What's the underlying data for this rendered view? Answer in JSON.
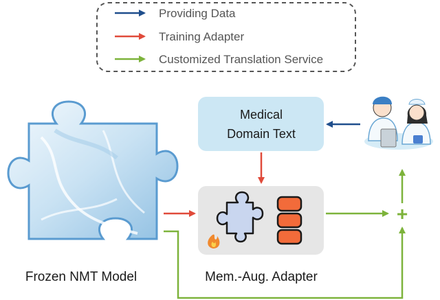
{
  "legend": {
    "items": [
      {
        "label": "Providing Data",
        "color": "#1f4e8c"
      },
      {
        "label": "Training Adapter",
        "color": "#e04a3a"
      },
      {
        "label": "Customized Translation Service",
        "color": "#7db33b"
      }
    ]
  },
  "nodes": {
    "frozen_model": {
      "label": "Frozen NMT Model",
      "icon": "frozen-puzzle-icon"
    },
    "domain_text": {
      "line1": "Medical",
      "line2": "Domain Text",
      "fill": "#cce7f4"
    },
    "adapter": {
      "label": "Mem.-Aug. Adapter",
      "fill": "#e6e6e6",
      "icons": [
        "puzzle-piece-icon",
        "memory-stack-icon",
        "fire-icon"
      ]
    },
    "combine": {
      "symbol": "+"
    },
    "users": {
      "icon": "doctor-nurse-icon"
    }
  },
  "colors": {
    "providing": "#1f4e8c",
    "training": "#e04a3a",
    "service": "#7db33b",
    "memory_slot": "#f26b3a"
  }
}
